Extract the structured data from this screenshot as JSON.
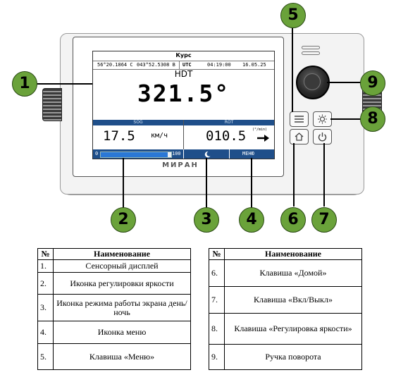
{
  "screen": {
    "title": "Курс",
    "lat": "56°20.1864 С",
    "lon": "043°52.5308 В",
    "utc_label": "UTC",
    "time": "04:19:00",
    "date": "16.05.25",
    "hdt_label": "HDT",
    "heading": "321.5°",
    "sog_label": "SOG",
    "sog_value": "17.5",
    "sog_unit": "км/ч",
    "rot_label": "ROT",
    "rot_value": "010.5",
    "rot_unit": "(°/min)",
    "brightness_min": "0",
    "brightness_max": "100",
    "brightness_level": 0.95,
    "menu_label": "МЕНЮ"
  },
  "brand": "МИРАН",
  "callouts": {
    "c1": "1",
    "c2": "2",
    "c3": "3",
    "c4": "4",
    "c5": "5",
    "c6": "6",
    "c7": "7",
    "c8": "8",
    "c9": "9"
  },
  "icons": {
    "menu_key": "hamburger-icon",
    "brightness_key": "sun-icon",
    "home_key": "home-icon",
    "power_key": "power-icon",
    "night_mode": "moon-icon"
  },
  "colors": {
    "callout": "#6aa23a",
    "screen_bar": "#1f4f8a",
    "brightness_fill": "#2a78d6"
  },
  "table_left": {
    "headers": [
      "№",
      "Наименование"
    ],
    "rows": [
      {
        "num": "1.",
        "name": "Сенсорный дисплей"
      },
      {
        "num": "2.",
        "name": "Иконка регулировки яркости"
      },
      {
        "num": "3.",
        "name": "Иконка режима работы экрана день/ночь"
      },
      {
        "num": "4.",
        "name": "Иконка меню"
      },
      {
        "num": "5.",
        "name": "Клавиша «Меню»"
      }
    ]
  },
  "table_right": {
    "headers": [
      "№",
      "Наименование"
    ],
    "rows": [
      {
        "num": "6.",
        "name": "Клавиша «Домой»"
      },
      {
        "num": "7.",
        "name": "Клавиша «Вкл/Выкл»"
      },
      {
        "num": "8.",
        "name": "Клавиша «Регулировка яркости»"
      },
      {
        "num": "9.",
        "name": "Ручка поворота"
      }
    ]
  }
}
